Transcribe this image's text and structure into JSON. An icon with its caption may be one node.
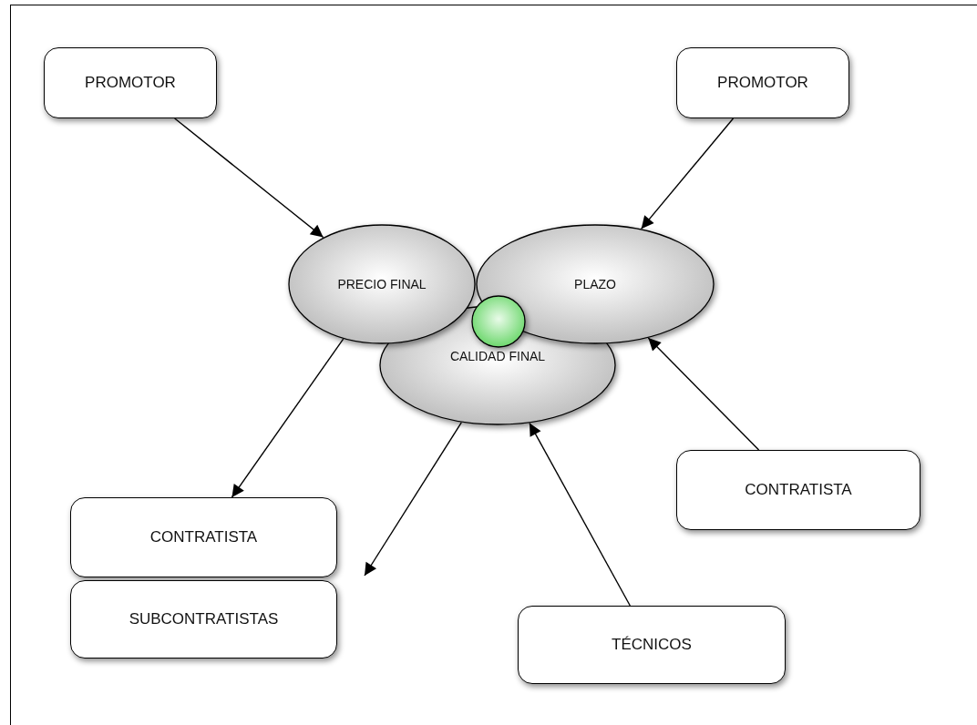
{
  "diagram": {
    "nodes": [
      {
        "text": [
          "PROMOTOR"
        ]
      },
      {
        "text": [
          "PROMOTOR"
        ]
      },
      {
        "text": [
          "PRECIO FINAL"
        ]
      },
      {
        "text": [
          "PLAZO"
        ]
      },
      {
        "text": [
          "CALIDAD FINAL"
        ]
      },
      {
        "text": [],
        "shape": "circle"
      },
      {
        "text": [
          "CONTRATISTA"
        ]
      },
      {
        "text": [
          "CONTRATISTA"
        ]
      },
      {
        "text": [
          "SUBCONTRATISTAS"
        ]
      },
      {
        "text": [
          "TÉCNICOS"
        ]
      }
    ],
    "edges": [
      {
        "from": 0,
        "to": 2,
        "arrow": "to"
      },
      {
        "from": 1,
        "to": 3,
        "arrow": "to"
      },
      {
        "from": 2,
        "to": 7,
        "arrow": "to"
      },
      {
        "from": 4,
        "to": null,
        "arrow": "to"
      },
      {
        "from": 6,
        "to": 3,
        "arrow": "to"
      },
      {
        "from": 9,
        "to": 4,
        "arrow": "to"
      }
    ]
  }
}
